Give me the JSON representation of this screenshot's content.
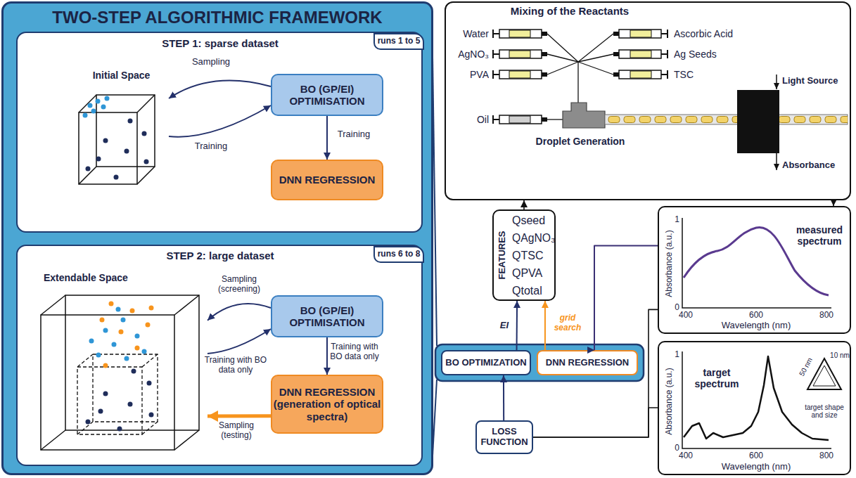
{
  "diagram": {
    "nodes": [
      {
        "text": [
          "TWO-STEP ALGORITHMIC FRAMEWORK"
        ]
      },
      {
        "text": [
          "STEP 1: sparse dataset"
        ],
        "in": 0
      },
      {
        "text": [
          "runs 1 to 5"
        ],
        "in": 1
      },
      {
        "text": [
          "Initial Space"
        ],
        "in": 1
      },
      {
        "text": [
          "BO (GP/EI) OPTIMISATION"
        ],
        "in": 1
      },
      {
        "text": [
          "DNN REGRESSION"
        ],
        "in": 1
      },
      {
        "text": [
          "STEP 2: large dataset"
        ],
        "in": 0
      },
      {
        "text": [
          "runs 6 to 8"
        ],
        "in": 6
      },
      {
        "text": [
          "Extendable Space"
        ],
        "in": 6
      },
      {
        "text": [
          "BO (GP/EI) OPTIMISATION"
        ],
        "in": 6
      },
      {
        "text": [
          "DNN REGRESSION (generation of optical spectra)"
        ],
        "in": 6
      },
      {
        "text": [
          "Mixing of the Reactants"
        ]
      },
      {
        "text": [
          "FEATURES",
          "Qseed",
          "QAgNO₃",
          "QTSC",
          "QPVA",
          "Qtotal"
        ]
      },
      {
        "text": [
          "BO OPTIMIZATION"
        ]
      },
      {
        "text": [
          "DNN REGRESSION"
        ]
      },
      {
        "text": [
          "measured spectrum"
        ]
      },
      {
        "text": [
          "target spectrum"
        ]
      },
      {
        "text": [
          "LOSS FUNCTION"
        ]
      }
    ],
    "edges": [
      {
        "from": 4,
        "to": 3,
        "label": "Sampling",
        "arrow": "to"
      },
      {
        "from": 3,
        "to": 4,
        "label": "Training",
        "arrow": "to"
      },
      {
        "from": 4,
        "to": 5,
        "label": "Training",
        "arrow": "to"
      },
      {
        "from": 9,
        "to": 8,
        "label": "Sampling (screening)",
        "arrow": "to"
      },
      {
        "from": 8,
        "to": 9,
        "label": "Training with BO data only",
        "arrow": "to"
      },
      {
        "from": 9,
        "to": 10,
        "label": "Training with BO data only",
        "arrow": "to"
      },
      {
        "from": 10,
        "to": 8,
        "label": "Sampling (testing)",
        "arrow": "to"
      },
      {
        "from": 12,
        "to": 11,
        "arrow": "to"
      },
      {
        "from": 11,
        "to": 15,
        "arrow": "to"
      },
      {
        "from": 13,
        "to": 12,
        "label": "EI",
        "arrow": "to"
      },
      {
        "from": 14,
        "to": 12,
        "label": "grid search",
        "arrow": "to"
      },
      {
        "from": 15,
        "to": 14,
        "arrow": "to"
      },
      {
        "from": 17,
        "to": 13,
        "arrow": "to"
      },
      {
        "from": 17,
        "to": 15,
        "arrow": "none"
      },
      {
        "from": 17,
        "to": 16,
        "arrow": "none"
      }
    ],
    "labels": [
      "Water",
      "AgNO₃",
      "PVA",
      "Oil",
      "Ascorbic Acid",
      "Ag Seeds",
      "TSC",
      "Droplet Generation",
      "Light Source",
      "Absorbance",
      "Absorbance (a.u.)",
      "1",
      "0",
      "400",
      "600",
      "800",
      "Wavelength (nm)",
      "Absorbance (a.u.)",
      "1",
      "0",
      "400",
      "600",
      "800",
      "Wavelength (nm)",
      "50 nm",
      "10 nm",
      "target shape and size"
    ]
  }
}
